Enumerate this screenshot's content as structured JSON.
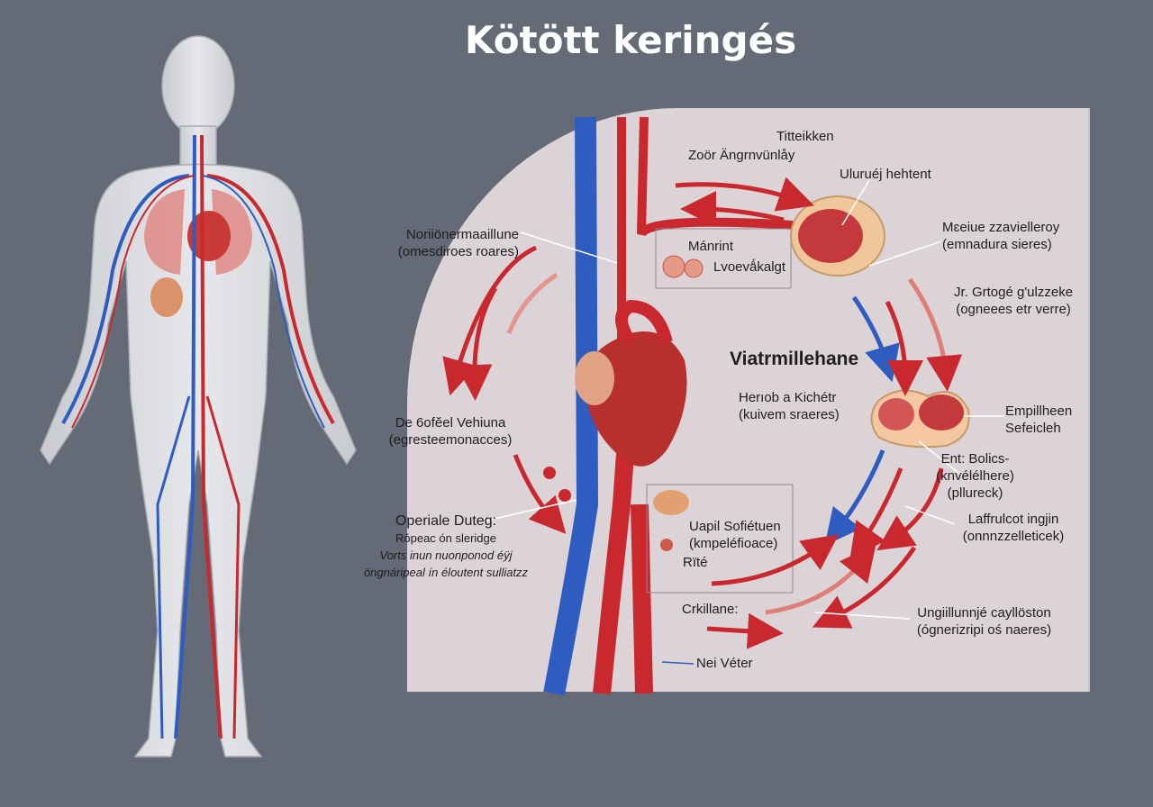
{
  "title": "Kötött keringés",
  "colors": {
    "background": "#646a76",
    "panel": "#dcd3d6",
    "artery": "#c8282e",
    "vein": "#2f5cc0"
  },
  "labels": {
    "top1": "Titteikken",
    "top2": "Zoör Ängrnvünlåy",
    "top3": "Uluruéj hehtent",
    "left1": {
      "title": "Noriiönermaaillune",
      "sub": "(omesdiroes roares)"
    },
    "inset1": {
      "a": "Mánrint",
      "b": "Lvoevǻkalgt"
    },
    "right1": {
      "title": "Mɛeiue zzavielleroy",
      "sub": "(emnadura sieres)"
    },
    "right2": {
      "title": "Jr. Grtogé g'ulzzeke",
      "sub": "(ogneees etr verre)"
    },
    "center": "Viatrmillehane",
    "mid1": {
      "title": "Herıob a Kichétr",
      "sub": "(kuivem sraeres)"
    },
    "right3": {
      "a": "Empillheen",
      "b": "Sefeicleh"
    },
    "left2": {
      "title": "De 6ofĕel Vehiuna",
      "sub": "(egresteemonacces)"
    },
    "right4": {
      "a": "Ent: Bolics-",
      "b": "(knvélélhere)",
      "c": "(pllureck)"
    },
    "left3": {
      "title": "Operiale Duteg:",
      "l1": "Rópeac ón sleridge",
      "l2": "Vorts inun nuonponod éÿj",
      "l3": "öngnáripeal ín éloutent sulliatzz"
    },
    "inset2": {
      "title": "Uapil Sofiétuen",
      "sub": "(kmpeléfioace)",
      "extra": "Rïté"
    },
    "right5": {
      "title": "Laffrulcot ingjin",
      "sub": "(onnnzzelleticek)"
    },
    "bottom1": "Crkillane:",
    "right6": {
      "title": "Ungiillunnjé cayllöston",
      "sub": "(ógnerizripi oś naeres)"
    },
    "bottom2": "Nei Véter"
  }
}
